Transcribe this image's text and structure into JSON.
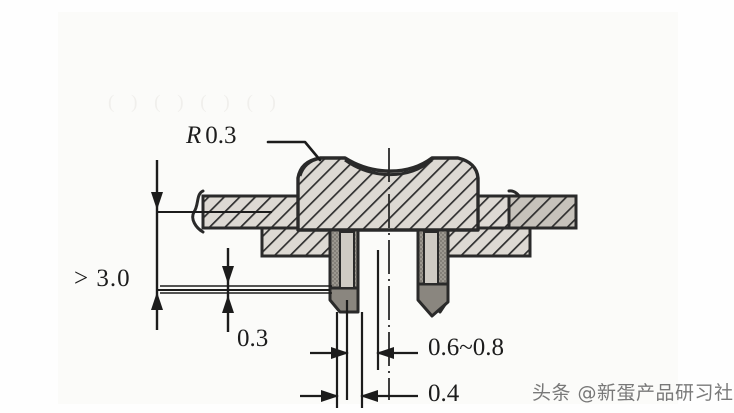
{
  "figure": {
    "kind": "engineering-cross-section",
    "subject": "plastic snap-fit boss joint cross-section",
    "ghost_text": "( )   ( )      ( )  ( )"
  },
  "annotations": {
    "radius": {
      "symbol": "R",
      "value": "0.3",
      "full": "R 0.3"
    },
    "panel_clearance": {
      "full": "> 3.0"
    },
    "panel_thickness": {
      "full": "0.3"
    },
    "stem_width": {
      "full": "0.6~0.8"
    },
    "tip_width": {
      "full": "0.4"
    }
  },
  "watermark": {
    "text": "头条 @新蛋产品研习社"
  },
  "colors": {
    "ink": "#1c1c1c",
    "line": "#2a2a2a",
    "paper": "#fbfbf9",
    "fill_light": "#d9d7d2",
    "fill_mid": "#b4b1aa",
    "fill_dark": "#8d8a84",
    "ghost": "#f0efec"
  }
}
